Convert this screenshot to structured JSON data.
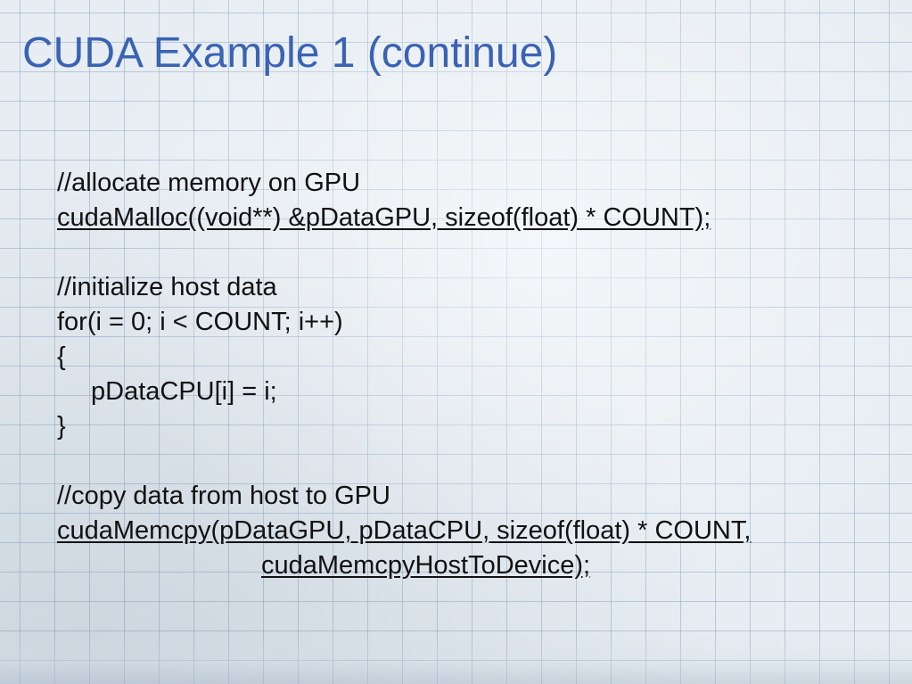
{
  "slide": {
    "title": "CUDA Example 1 (continue)",
    "title_color": "#3a63b3",
    "lines": [
      "//allocate memory on GPU",
      "cudaMalloc((void**) &pDataGPU, sizeof(float) * COUNT);",
      "//initialize host data",
      "for(i = 0; i < COUNT; i++)",
      "{",
      "pDataCPU[i] = i;",
      "}",
      "//copy data from host to GPU",
      "cudaMemcpy(pDataGPU, pDataCPU, sizeof(float) * COUNT,",
      "cudaMemcpyHostToDevice);"
    ]
  }
}
